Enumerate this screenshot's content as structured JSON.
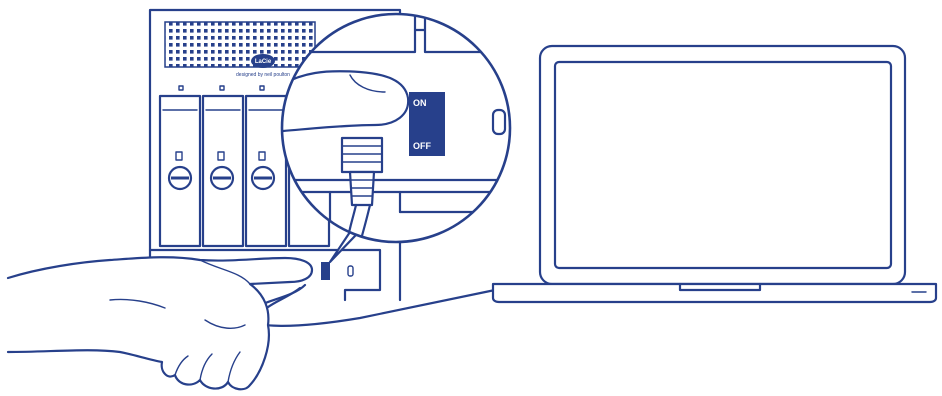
{
  "diagram": {
    "switch_on_label": "ON",
    "switch_off_label": "OFF",
    "brand_logo": "LaCie",
    "brand_tagline": "designed by neil poulton",
    "drive_bays": 4,
    "colors": {
      "line": "#27408b",
      "switch_fill": "#27408b",
      "background": "#ffffff"
    },
    "icons": [
      "lock-icon",
      "power-switch-icon",
      "hand-icon",
      "laptop-icon"
    ]
  }
}
